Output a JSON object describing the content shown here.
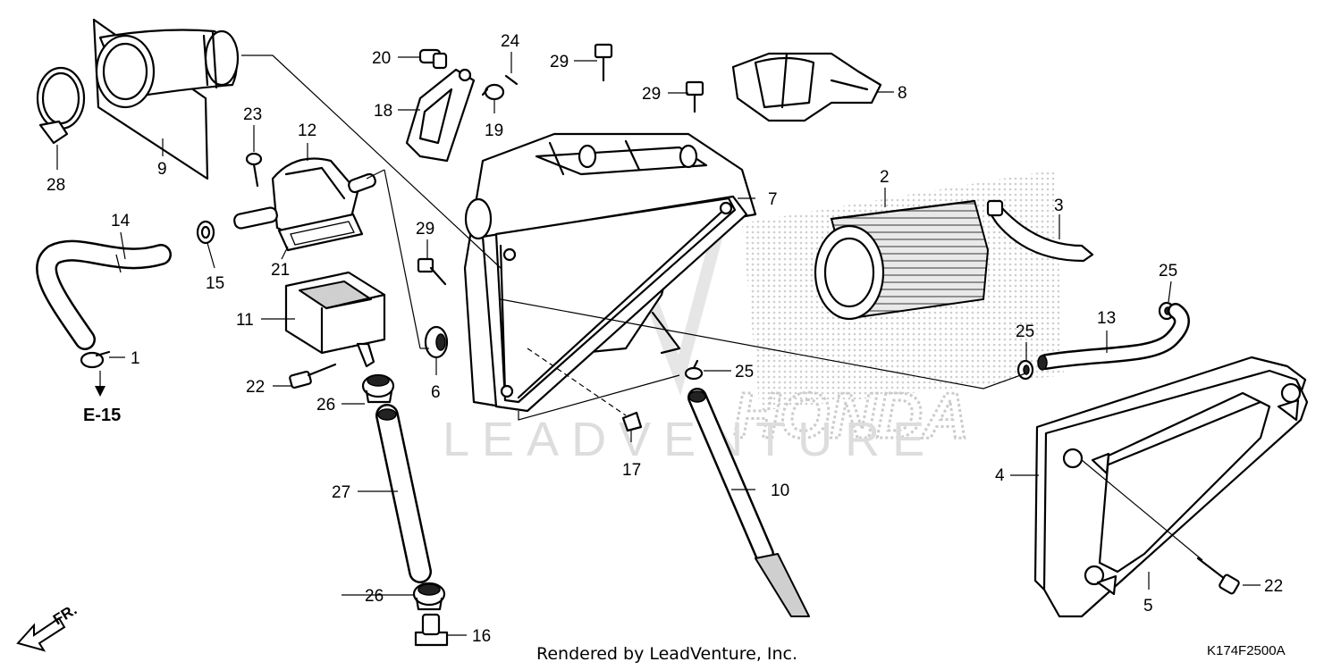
{
  "diagram_id": "K174F2500A",
  "rendered_by": "Rendered by LeadVenture, Inc.",
  "watermark": "LEADVENTURE",
  "brand_watermark": "HONDA",
  "ref_label": "E-15",
  "front_label": "FR.",
  "callouts": {
    "c1": "1",
    "c2": "2",
    "c3": "3",
    "c4": "4",
    "c5": "5",
    "c6": "6",
    "c7": "7",
    "c8": "8",
    "c9": "9",
    "c10": "10",
    "c11": "11",
    "c12": "12",
    "c13": "13",
    "c14": "14",
    "c15": "15",
    "c16": "16",
    "c17": "17",
    "c18": "18",
    "c19": "19",
    "c20": "20",
    "c21": "21",
    "c22a": "22",
    "c22b": "22",
    "c23": "23",
    "c24": "24",
    "c25a": "25",
    "c25b": "25",
    "c25c": "25",
    "c26a": "26",
    "c26b": "26",
    "c27": "27",
    "c28": "28",
    "c29a": "29",
    "c29b": "29",
    "c29c": "29"
  }
}
